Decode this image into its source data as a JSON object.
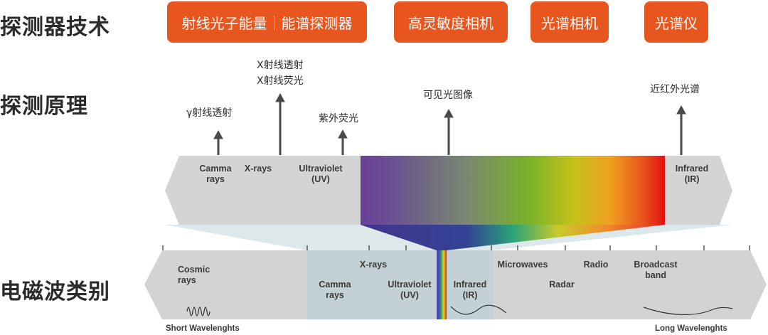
{
  "row_labels": {
    "detector_tech": "探测器技术",
    "principle": "探测原理",
    "em_category": "电磁波类别"
  },
  "tech_buttons": [
    {
      "label": "射线光子能量｜能谱探测器"
    },
    {
      "label": "高灵敏度相机"
    },
    {
      "label": "光谱相机"
    },
    {
      "label": "光谱仪"
    }
  ],
  "principles": {
    "gamma": "γ射线透射",
    "xray_line1": "X射线透射",
    "xray_line2": "X射线荧光",
    "uv": "紫外荧光",
    "visible": "可见光图像",
    "nir": "近红外光谱"
  },
  "upper_band": {
    "gamma_1": "Camma",
    "gamma_2": "rays",
    "xrays": "X-rays",
    "uv_1": "Ultraviolet",
    "uv_2": "(UV)",
    "ir_1": "Infrared",
    "ir_2": "(IR)"
  },
  "lower_band": {
    "cosmic_1": "Cosmic",
    "cosmic_2": "rays",
    "xrays": "X-rays",
    "gamma_1": "Camma",
    "gamma_2": "rays",
    "uv_1": "Ultraviolet",
    "uv_2": "(UV)",
    "ir_1": "Infrared",
    "ir_2": "(IR)",
    "microwaves": "Microwaves",
    "radar": "Radar",
    "radio": "Radio",
    "broadcast_1": "Broadcast",
    "broadcast_2": "band"
  },
  "footer": {
    "short": "Short Wavelenghts",
    "long": "Long Wavelenghts"
  },
  "colors": {
    "accent": "#e8561f",
    "band_gray": "#d3d3d3",
    "band_blue": "#c4d2d7",
    "text": "#2b2b2b",
    "arrow": "#4a4a4a"
  }
}
